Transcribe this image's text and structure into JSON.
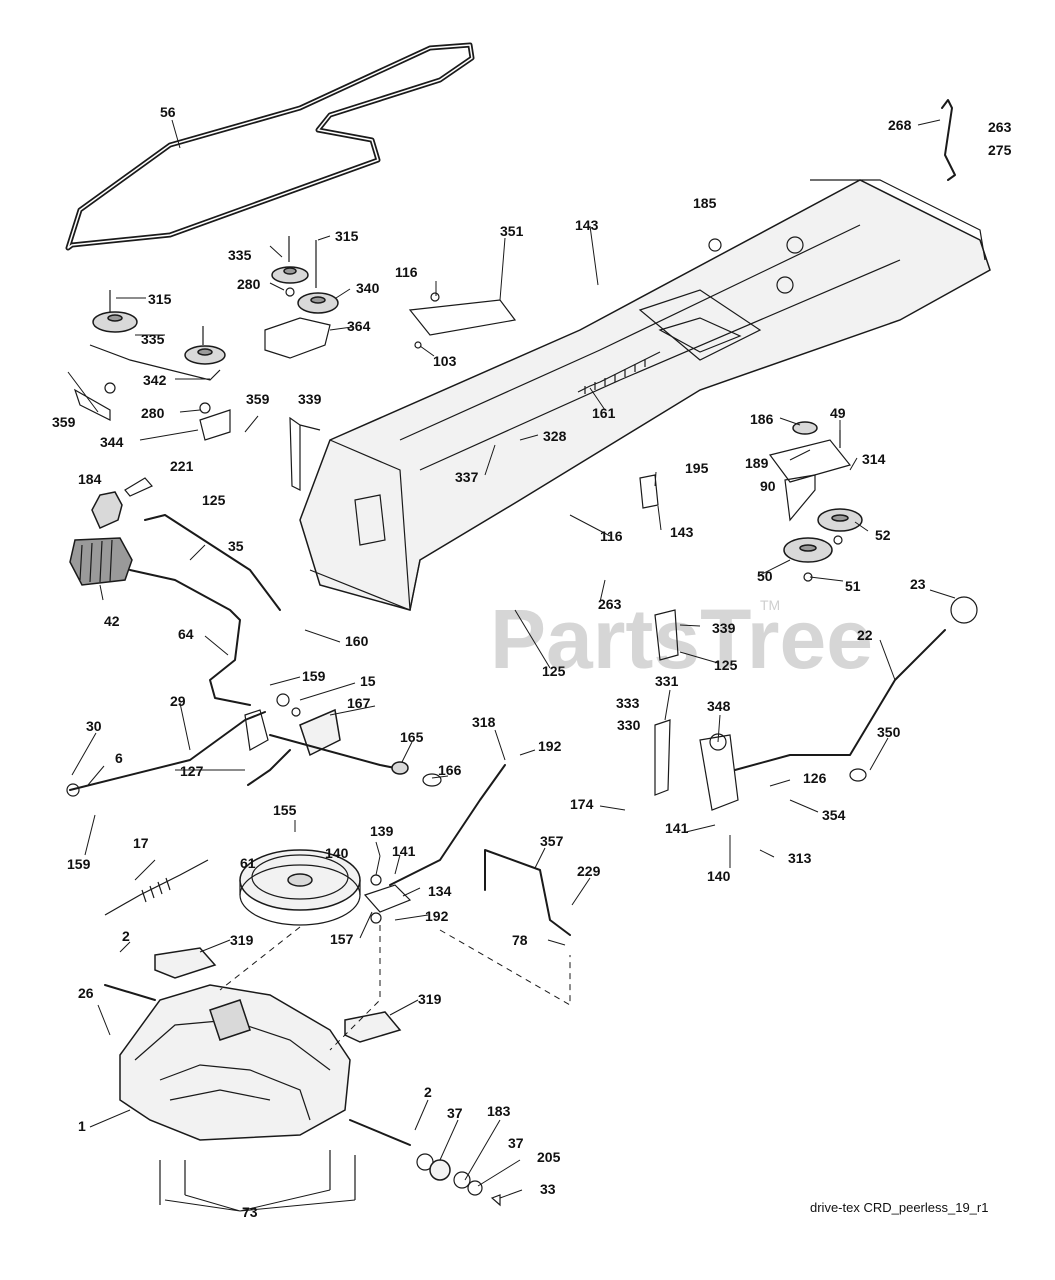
{
  "watermark": {
    "text": "PartsTree",
    "trademark": "TM"
  },
  "diagram_id": "drive-tex CRD_peerless_19_r1",
  "callouts": [
    "56",
    "268",
    "263",
    "275",
    "185",
    "315",
    "335",
    "280",
    "340",
    "364",
    "116",
    "351",
    "143",
    "103",
    "315",
    "335",
    "342",
    "359",
    "280",
    "344",
    "359",
    "339",
    "221",
    "184",
    "125",
    "161",
    "328",
    "337",
    "186",
    "49",
    "189",
    "314",
    "195",
    "90",
    "143",
    "116",
    "52",
    "50",
    "51",
    "35",
    "42",
    "263",
    "125",
    "339",
    "23",
    "22",
    "64",
    "160",
    "159",
    "15",
    "167",
    "125",
    "331",
    "348",
    "333",
    "330",
    "29",
    "30",
    "6",
    "127",
    "165",
    "166",
    "318",
    "192",
    "350",
    "126",
    "354",
    "174",
    "141",
    "140",
    "313",
    "159",
    "155",
    "139",
    "140",
    "141",
    "17",
    "61",
    "134",
    "192",
    "157",
    "357",
    "229",
    "78",
    "2",
    "319",
    "26",
    "319",
    "1",
    "2",
    "37",
    "183",
    "37",
    "205",
    "33",
    "73"
  ]
}
